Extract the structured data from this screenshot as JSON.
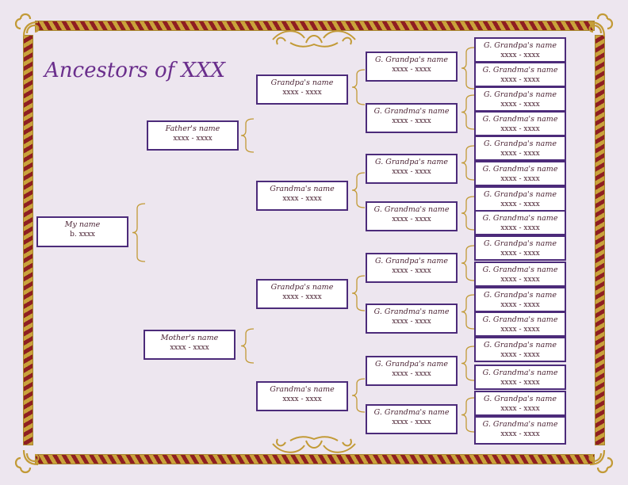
{
  "title": "Ancestors of XXX",
  "colors": {
    "background": "#ede6ef",
    "box_border": "#4c2b7a",
    "title": "#6a2e8c",
    "rope_gold": "#c9a23a",
    "rope_red": "#8f1e22",
    "bracket": "#c29a36"
  },
  "icons": [
    "corner-scroll-icon",
    "flourish-ornament-icon",
    "bracket-icon"
  ],
  "me": {
    "name": "My name",
    "dates": "b. xxxx"
  },
  "parents": [
    {
      "name": "Father's name",
      "dates": "xxxx - xxxx"
    },
    {
      "name": "Mother's name",
      "dates": "xxxx - xxxx"
    }
  ],
  "grandparents": [
    {
      "name": "Grandpa's name",
      "dates": "xxxx - xxxx"
    },
    {
      "name": "Grandma's name",
      "dates": "xxxx - xxxx"
    },
    {
      "name": "Grandpa's name",
      "dates": "xxxx - xxxx"
    },
    {
      "name": "Grandma's name",
      "dates": "xxxx - xxxx"
    }
  ],
  "great_grandparents": [
    {
      "name": "G. Grandpa's name",
      "dates": "xxxx - xxxx"
    },
    {
      "name": "G. Grandma's name",
      "dates": "xxxx - xxxx"
    },
    {
      "name": "G. Grandpa's name",
      "dates": "xxxx - xxxx"
    },
    {
      "name": "G. Grandma's name",
      "dates": "xxxx - xxxx"
    },
    {
      "name": "G. Grandpa's name",
      "dates": "xxxx - xxxx"
    },
    {
      "name": "G. Grandma's name",
      "dates": "xxxx - xxxx"
    },
    {
      "name": "G. Grandpa's name",
      "dates": "xxxx - xxxx"
    },
    {
      "name": "G. Grandma's name",
      "dates": "xxxx - xxxx"
    }
  ],
  "great_great_grandparents": [
    {
      "name": "G. Grandpa's name",
      "dates": "xxxx - xxxx"
    },
    {
      "name": "G. Grandma's name",
      "dates": "xxxx - xxxx"
    },
    {
      "name": "G. Grandpa's name",
      "dates": "xxxx - xxxx"
    },
    {
      "name": "G. Grandma's name",
      "dates": "xxxx - xxxx"
    },
    {
      "name": "G. Grandpa's name",
      "dates": "xxxx - xxxx"
    },
    {
      "name": "G. Grandma's name",
      "dates": "xxxx - xxxx"
    },
    {
      "name": "G. Grandpa's name",
      "dates": "xxxx - xxxx"
    },
    {
      "name": "G. Grandma's name",
      "dates": "xxxx - xxxx"
    },
    {
      "name": "G. Grandpa's name",
      "dates": "xxxx - xxxx"
    },
    {
      "name": "G. Grandma's name",
      "dates": "xxxx - xxxx"
    },
    {
      "name": "G. Grandpa's name",
      "dates": "xxxx - xxxx"
    },
    {
      "name": "G. Grandma's name",
      "dates": "xxxx - xxxx"
    },
    {
      "name": "G. Grandpa's name",
      "dates": "xxxx - xxxx"
    },
    {
      "name": "G. Grandma's name",
      "dates": "xxxx - xxxx"
    },
    {
      "name": "G. Grandpa's name",
      "dates": "xxxx - xxxx"
    },
    {
      "name": "G. Grandma's name",
      "dates": "xxxx - xxxx"
    }
  ]
}
